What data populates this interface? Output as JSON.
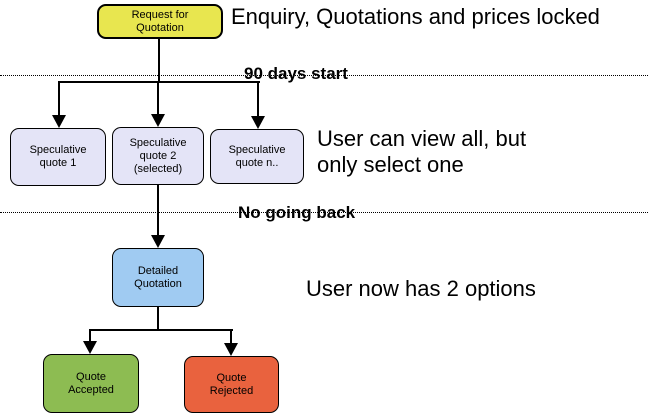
{
  "colors": {
    "yellow": "#E8E64F",
    "lavender": "#E4E4F7",
    "blue": "#A0CBF2",
    "green": "#8DBC52",
    "red": "#E9623E",
    "line": "#000000"
  },
  "nodes": {
    "request": {
      "label": "Request for\nQuotation",
      "color": "#E8E64F"
    },
    "spec1": {
      "label": "Speculative\nquote 1",
      "color": "#E4E4F7"
    },
    "spec2": {
      "label": "Speculative\nquote 2\n(selected)",
      "color": "#E4E4F7"
    },
    "specn": {
      "label": "Speculative\nquote n..",
      "color": "#E4E4F7"
    },
    "detailed": {
      "label": "Detailed\nQuotation",
      "color": "#A0CBF2"
    },
    "accepted": {
      "label": "Quote\nAccepted",
      "color": "#8DBC52"
    },
    "rejected": {
      "label": "Quote\nRejected",
      "color": "#E9623E"
    }
  },
  "annotations": {
    "enquiry": "Enquiry, Quotations and prices locked",
    "days_start": "90 days start",
    "view_all": "User can view all, but\nonly select one",
    "no_going_back": "No going back",
    "two_options": "User now has 2 options"
  }
}
